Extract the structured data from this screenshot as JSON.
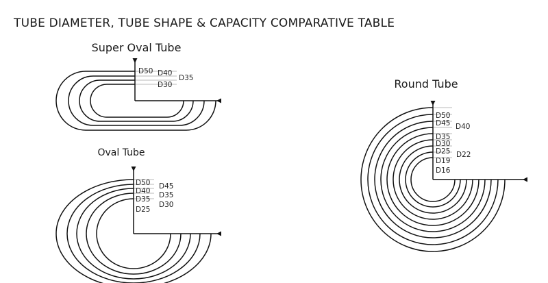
{
  "title": "TUBE DIAMETER, TUBE SHAPE & CAPACITY COMPARATIVE TABLE",
  "super_oval": {
    "heading": "Super Oval Tube",
    "labels": [
      "D50",
      "D40",
      "D35",
      "D30"
    ]
  },
  "oval": {
    "heading": "Oval Tube",
    "labels": [
      "D50",
      "D45",
      "D40",
      "D35",
      "D35",
      "D30",
      "D25"
    ]
  },
  "round": {
    "heading": "Round Tube",
    "labels": [
      "D50",
      "D45",
      "D40",
      "D35",
      "D30",
      "D25",
      "D22",
      "D19",
      "D16"
    ]
  }
}
